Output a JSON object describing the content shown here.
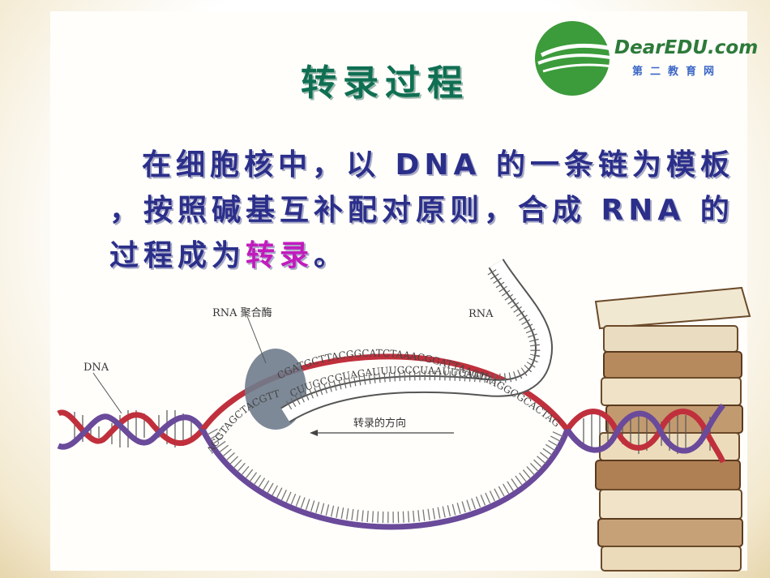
{
  "slide": {
    "title": "转录过程",
    "body_line1": "在细胞核中，以 DNA 的一条链为模板",
    "body_line2": "，按照碱基互补配对原则，合成 RNA 的",
    "body_line3_prefix": "过程成为",
    "body_line3_highlight": "转录",
    "body_line3_suffix": "。"
  },
  "logo": {
    "text": "DearEDU.com",
    "subtext": "第二教育网"
  },
  "diagram": {
    "label_polymerase": "RNA 聚合酶",
    "label_rna": "RNA",
    "label_dna": "DNA",
    "label_direction": "转录的方向",
    "seq_top": "CGATGCTTACGGCATCTAAACGGATTAAGTTAGGCGCACTAG",
    "seq_rna": "CUUGCCGUAGAUUUGCCUAAUUCAAU",
    "seq_bottom": "ACGTAGCTACGTT"
  },
  "colors": {
    "title": "#0f6f52",
    "body": "#2b2f8a",
    "highlight": "#c21bbd",
    "dna_red": "#c0303c",
    "dna_purple": "#5a3c8c",
    "polymerase": "#6f7c8c",
    "logo_green": "#3c9b3a"
  }
}
